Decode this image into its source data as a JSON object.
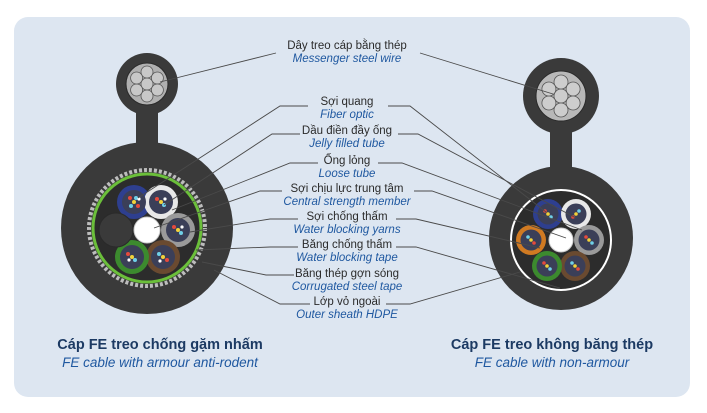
{
  "labels": [
    {
      "vn": "Dây treo cáp bằng thép",
      "en": "Messenger steel wire"
    },
    {
      "vn": "Sợi quang",
      "en": "Fiber optic"
    },
    {
      "vn": "Dầu điền đầy ống",
      "en": "Jelly filled tube"
    },
    {
      "vn": "Ống lỏng",
      "en": "Loose tube"
    },
    {
      "vn": "Sợi chịu lực trung tâm",
      "en": "Central strength member"
    },
    {
      "vn": "Sợi chống thấm",
      "en": "Water blocking yarns"
    },
    {
      "vn": "Băng chống thấm",
      "en": "Water blocking tape"
    },
    {
      "vn": "Băng thép gợn sóng",
      "en": "Corrugated steel tape"
    },
    {
      "vn": "Lớp vỏ ngoài",
      "en": "Outer sheath HDPE"
    }
  ],
  "left_caption": {
    "vn": "Cáp FE treo chống gặm nhấm",
    "en": "FE cable with armour anti-rodent"
  },
  "right_caption": {
    "vn": "Cáp FE treo không băng thép",
    "en": "FE cable with non-armour"
  },
  "colors": {
    "panel": "#dde6f1",
    "sheath": "#3a3a3a",
    "tube_blue": "#2e3f8f",
    "tube_white": "#e8e8e8",
    "tube_gray": "#9a9a9a",
    "tube_green": "#3c8a2e",
    "tube_brown": "#6a4a30",
    "tube_orange": "#d07a22",
    "tape_green": "#6bbf3a",
    "title_blue": "#1c3a63",
    "english_blue": "#1f58a0"
  }
}
